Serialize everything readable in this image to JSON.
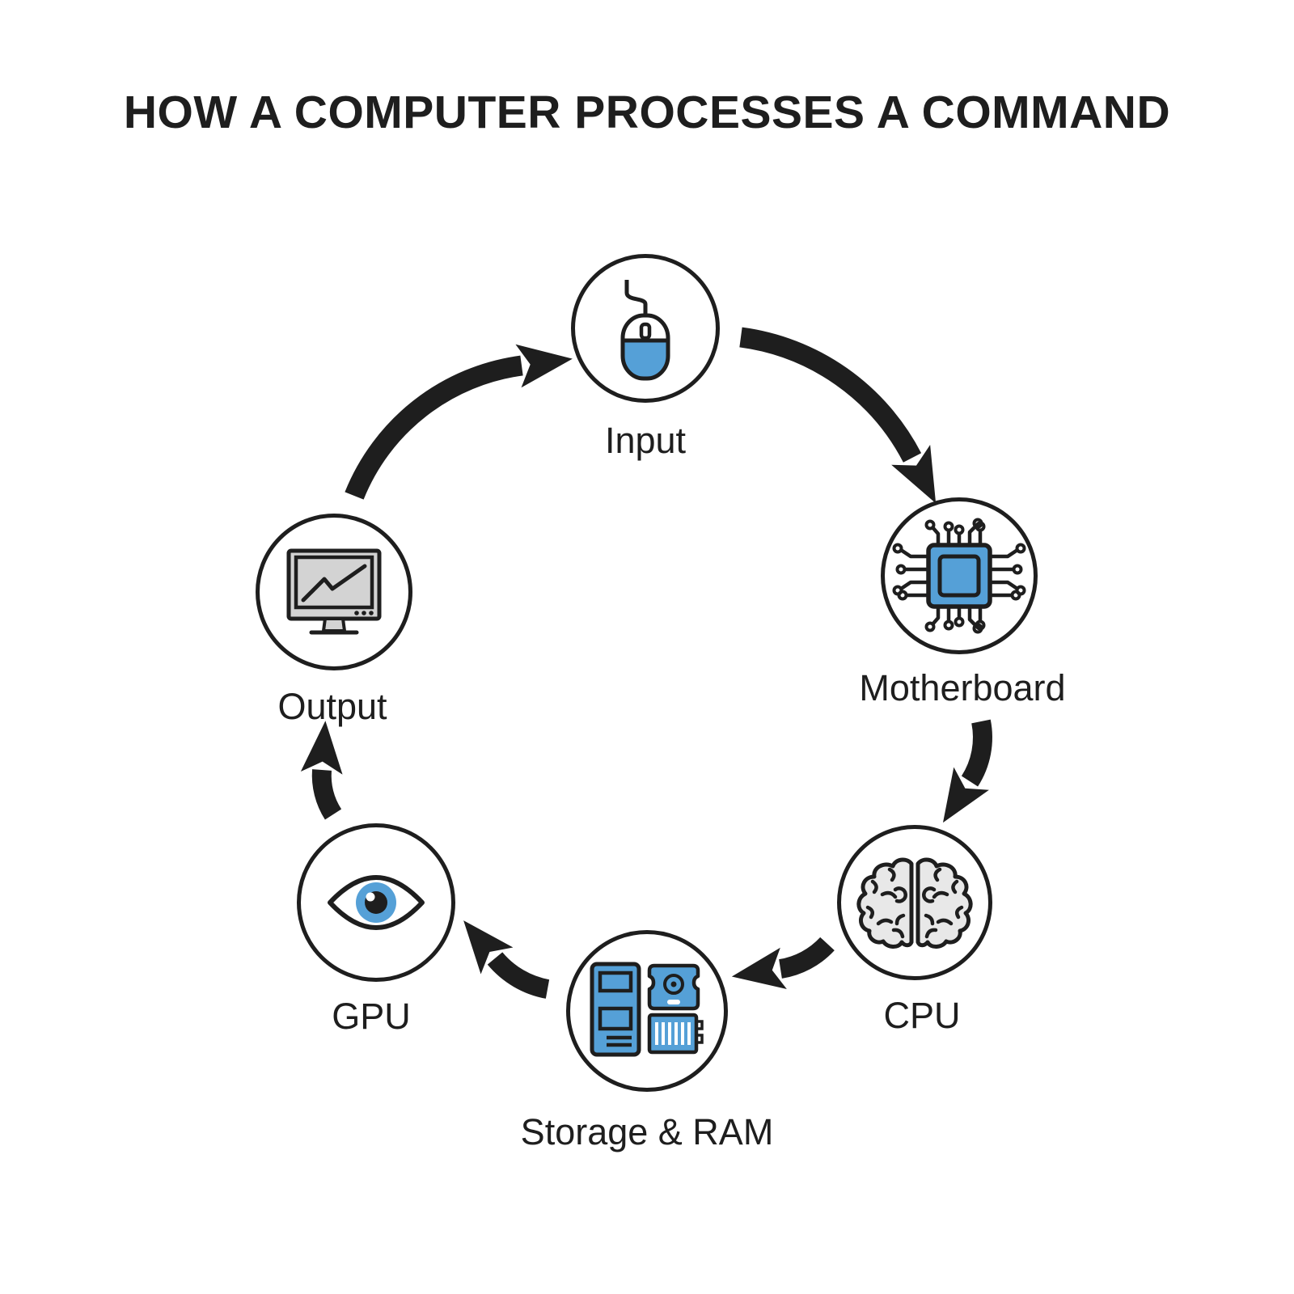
{
  "title": "HOW A COMPUTER PROCESSES A COMMAND",
  "colors": {
    "accent": "#55a0d7",
    "ink": "#1e1e1e",
    "brain_fill": "#e8e8e8",
    "monitor_gray": "#d3d3d3",
    "background": "#ffffff"
  },
  "cycle": {
    "nodes": [
      {
        "id": "input",
        "label": "Input",
        "icon": "mouse-icon"
      },
      {
        "id": "motherboard",
        "label": "Motherboard",
        "icon": "chip-icon"
      },
      {
        "id": "cpu",
        "label": "CPU",
        "icon": "brain-icon"
      },
      {
        "id": "storage_ram",
        "label": "Storage & RAM",
        "icon": "storage-ram-icon"
      },
      {
        "id": "gpu",
        "label": "GPU",
        "icon": "eye-icon"
      },
      {
        "id": "output",
        "label": "Output",
        "icon": "monitor-icon"
      }
    ],
    "arrows": [
      {
        "from": "Input",
        "to": "Motherboard"
      },
      {
        "from": "Motherboard",
        "to": "CPU"
      },
      {
        "from": "CPU",
        "to": "Storage & RAM"
      },
      {
        "from": "Storage & RAM",
        "to": "GPU"
      },
      {
        "from": "GPU",
        "to": "Output"
      },
      {
        "from": "Output",
        "to": "Input"
      }
    ]
  }
}
